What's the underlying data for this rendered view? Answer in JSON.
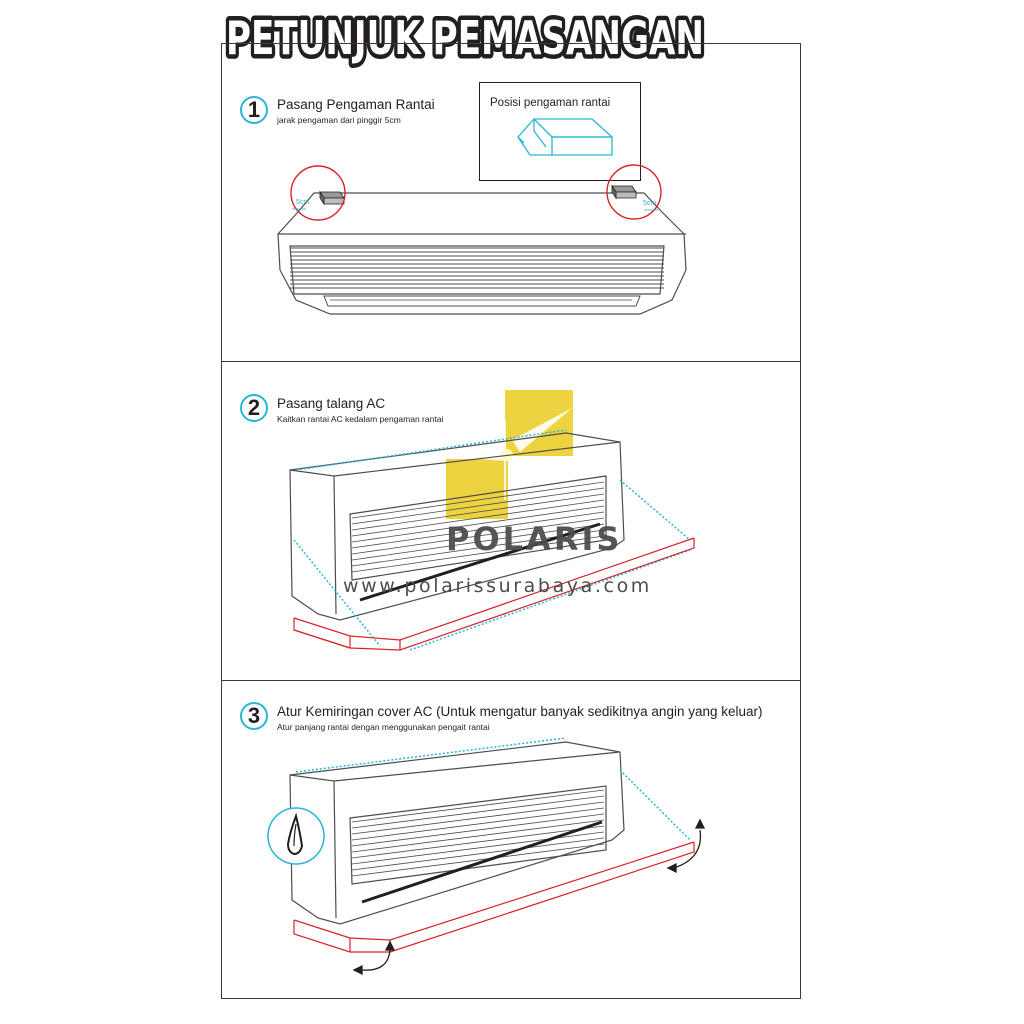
{
  "header": {
    "title": "PETUNJUK PEMASANGAN"
  },
  "steps": [
    {
      "number": "1",
      "title": "Pasang Pengaman Rantai",
      "subtitle": "jarak pengaman dari pinggir 5cm"
    },
    {
      "number": "2",
      "title": "Pasang talang AC",
      "subtitle": "Kaitkan rantai AC kedalam pengaman rantai"
    },
    {
      "number": "3",
      "title": "Atur Kemiringan cover AC (Untuk mengatur banyak sedikitnya angin yang keluar)",
      "subtitle": "Atur panjang rantai dengan menggunakan pengait rantai"
    }
  ],
  "position_box": {
    "label": "Posisi pengaman rantai"
  },
  "measurements": {
    "left": "5cm",
    "right": "5cm"
  },
  "watermark": {
    "brand": "POLARIS",
    "url": "www.polarissurabaya.com"
  },
  "colors": {
    "accent_cyan": "#29b6d6",
    "accent_red": "#d8232a",
    "watermark_yellow": "#e8c400",
    "frame": "#3a3a3a"
  }
}
